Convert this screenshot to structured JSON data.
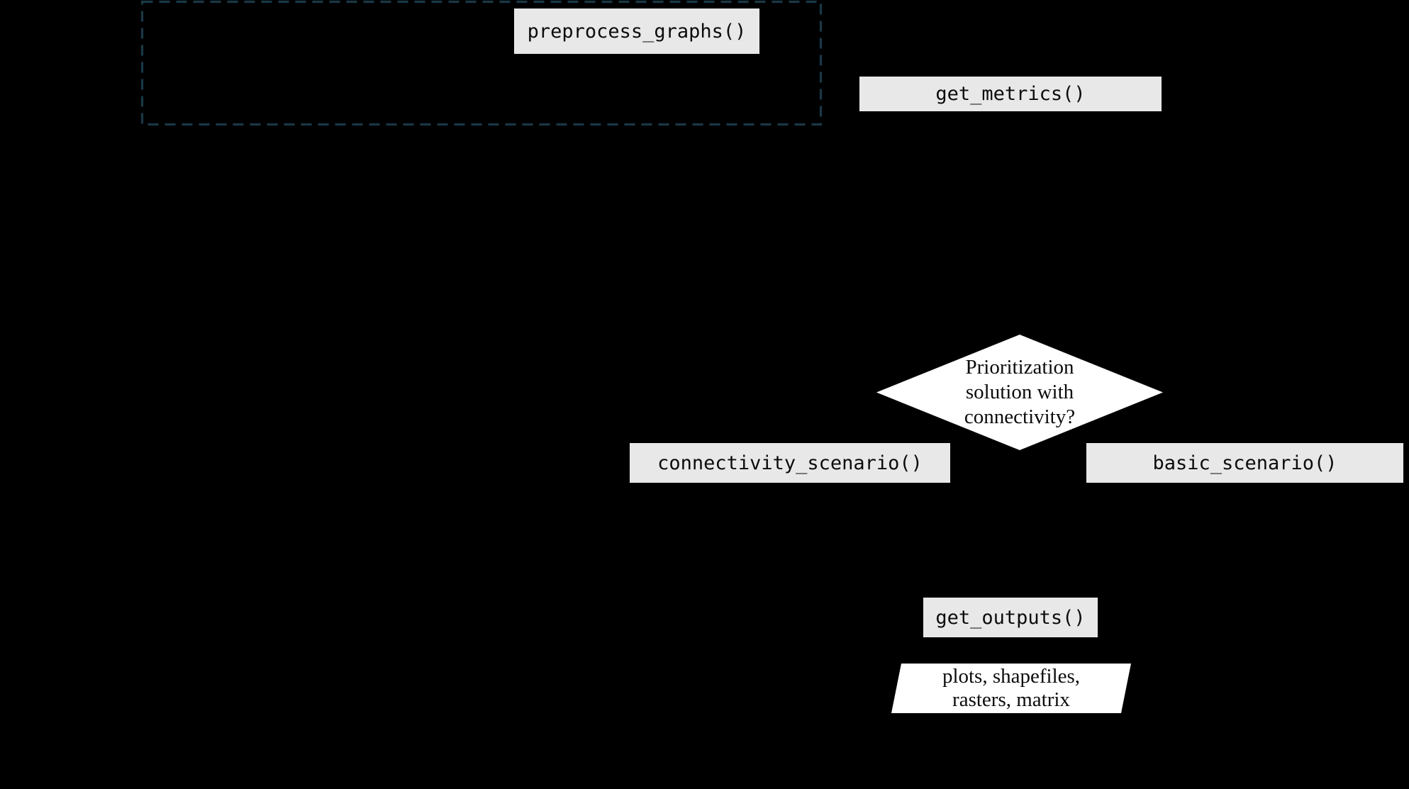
{
  "diagram": {
    "title": "workflow-flowchart",
    "background_color": "#000000",
    "colors": {
      "function_box_fill": "#e8e8e8",
      "shape_fill": "#ffffff",
      "text": "#0c0c0c",
      "dashed_outline": "#1a3746"
    },
    "nodes": {
      "preprocess": {
        "label": "preprocess_graphs()",
        "type": "function-box"
      },
      "get_metrics": {
        "label": "get_metrics()",
        "type": "function-box"
      },
      "decision": {
        "type": "decision-diamond",
        "lines": [
          "Prioritization",
          "solution with",
          "connectivity?"
        ]
      },
      "connectivity_scenario": {
        "label": "connectivity_scenario()",
        "type": "function-box"
      },
      "basic_scenario": {
        "label": "basic_scenario()",
        "type": "function-box"
      },
      "get_outputs": {
        "label": "get_outputs()",
        "type": "function-box"
      },
      "outputs": {
        "type": "io-parallelogram",
        "lines": [
          "plots, shapefiles,",
          "rasters, matrix"
        ]
      }
    }
  }
}
